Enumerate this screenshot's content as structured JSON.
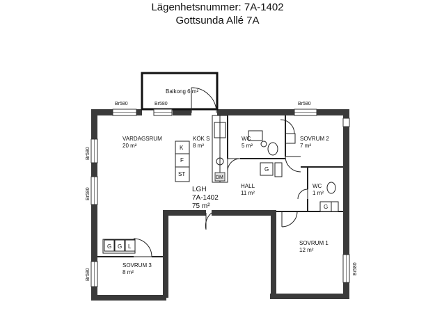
{
  "header": {
    "title": "Lägenhetsnummer: 7A-1402",
    "address": "Gottsunda Allé 7A"
  },
  "apartment": {
    "label": "LGH",
    "number": "7A-1402",
    "area": "75 m²"
  },
  "rooms": {
    "vardagsrum": {
      "name": "VARDAGSRUM",
      "area": "20 m²"
    },
    "kok": {
      "name": "KÖK S",
      "area": "8 m²"
    },
    "wc1": {
      "name": "WC",
      "area": "5 m²"
    },
    "sovrum2": {
      "name": "SOVRUM 2",
      "area": "7 m²"
    },
    "hall": {
      "name": "HALL",
      "area": "11 m²"
    },
    "wc2": {
      "name": "WC",
      "area": "1 m²"
    },
    "sovrum1": {
      "name": "SOVRUM 1",
      "area": "12 m²"
    },
    "sovrum3": {
      "name": "SOVRUM 3",
      "area": "8 m²"
    },
    "balkong": {
      "name": "Balkong 6 m²"
    }
  },
  "window_label": "Br580",
  "fixtures": {
    "k": "K",
    "f": "F",
    "st": "ST",
    "g": "G",
    "l": "L",
    "dm": "DM"
  }
}
